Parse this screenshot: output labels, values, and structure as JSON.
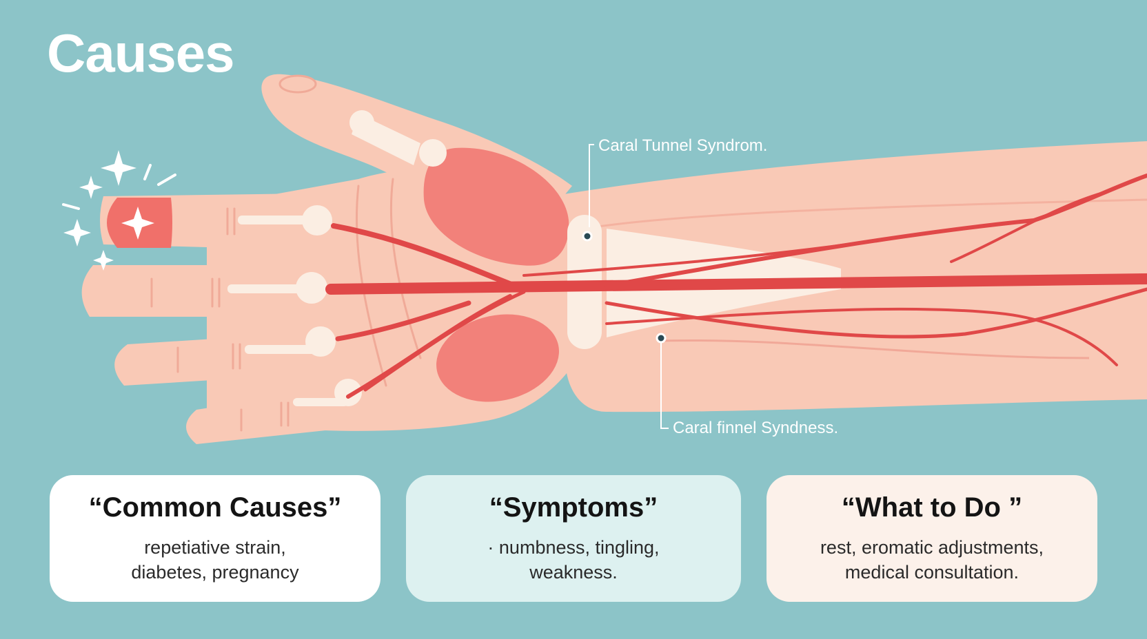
{
  "title": "Causes",
  "callouts": {
    "top": "Caral Tunnel Syndrom.",
    "bottom": "Caral finnel Syndness."
  },
  "cards": [
    {
      "title": "“Common Causes”",
      "body": "repetiative strain,\n diabetes, pregnancy"
    },
    {
      "title": "“Symptoms”",
      "body": "· numbness, tingling,\nweakness."
    },
    {
      "title": "“What to Do ”",
      "body": "rest, eromatic adjustments,\nmedical consultation."
    }
  ],
  "colors": {
    "background": "#8cc4c8",
    "skin": "#f9c9b6",
    "muscle": "#f2817a",
    "nerve": "#e04848",
    "bone": "#fbeee3"
  },
  "icons": [
    "sparkle-icon",
    "pain-spot-icon"
  ]
}
